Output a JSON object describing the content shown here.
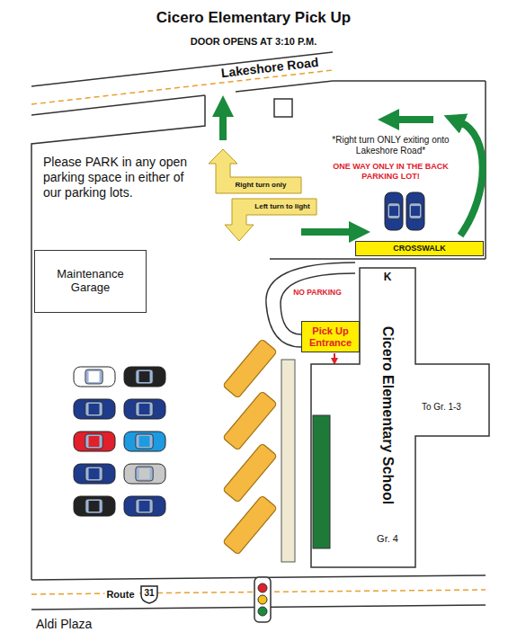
{
  "diagram": {
    "title": "Cicero Elementary Pick Up",
    "nodes": [
      {
        "text": [
          "CROSSWALK"
        ]
      },
      {
        "text": [
          "Maintenance Garage"
        ]
      },
      {
        "text": [
          "Pick Up Entrance"
        ]
      },
      {
        "text": [
          "K",
          "Cicero Elementary School",
          "To Gr. 1-3",
          "Gr. 4"
        ]
      },
      {
        "text": [
          "31"
        ]
      }
    ],
    "labels": [
      "DOOR OPENS AT 3:10 P.M.",
      "Lakeshore Road",
      "Please PARK in any open parking space in either of our parking lots.",
      "Right turn only",
      "Left turn to light",
      "*Right turn ONLY exiting onto Lakeshore Road*",
      "ONE WAY ONLY IN THE BACK PARKING LOT!",
      "NO PARKING",
      "Route",
      "Aldi Plaza"
    ]
  }
}
